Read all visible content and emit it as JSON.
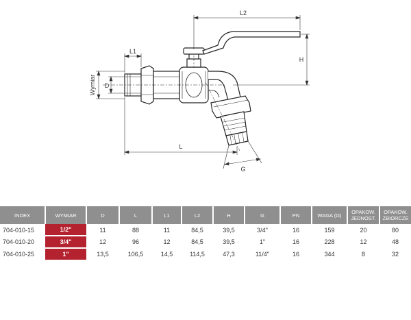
{
  "drawing": {
    "labels": {
      "l2": "L2",
      "h": "H",
      "l1": "L1",
      "d": "D",
      "wymiar": "Wymiar",
      "l": "L",
      "g": "G"
    }
  },
  "table": {
    "headers": [
      "INDEX",
      "WYMIAR",
      "D",
      "L",
      "L1",
      "L2",
      "H",
      "G",
      "PN",
      "WAGA (G)",
      "OPAKOW. JEDNOST.",
      "OPAKOW. ZBIORCZE"
    ],
    "rows": [
      [
        "704-010-15",
        "1/2\"",
        "11",
        "88",
        "11",
        "84,5",
        "39,5",
        "3/4\"",
        "16",
        "159",
        "20",
        "80"
      ],
      [
        "704-010-20",
        "3/4\"",
        "12",
        "96",
        "12",
        "84,5",
        "39,5",
        "1\"",
        "16",
        "228",
        "12",
        "48"
      ],
      [
        "704-010-25",
        "1\"",
        "13,5",
        "106,5",
        "14,5",
        "114,5",
        "47,3",
        "11/4\"",
        "16",
        "344",
        "8",
        "32"
      ]
    ]
  },
  "colors": {
    "header_bg": "#8f8f8f",
    "wymiar_bg": "#b3222e",
    "line": "#222222"
  }
}
